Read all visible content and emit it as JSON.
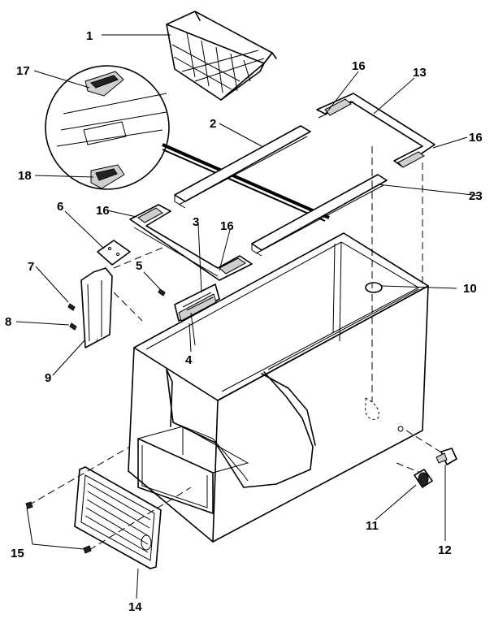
{
  "callouts": {
    "c1": "1",
    "c2": "2",
    "c3": "3",
    "c4": "4",
    "c5": "5",
    "c6": "6",
    "c7": "7",
    "c8": "8",
    "c9": "9",
    "c10": "10",
    "c11": "11",
    "c12": "12",
    "c13": "13",
    "c14": "14",
    "c15": "15",
    "c16a": "16",
    "c16b": "16",
    "c16c": "16",
    "c16d": "16",
    "c17": "17",
    "c18": "18",
    "c23": "23"
  }
}
